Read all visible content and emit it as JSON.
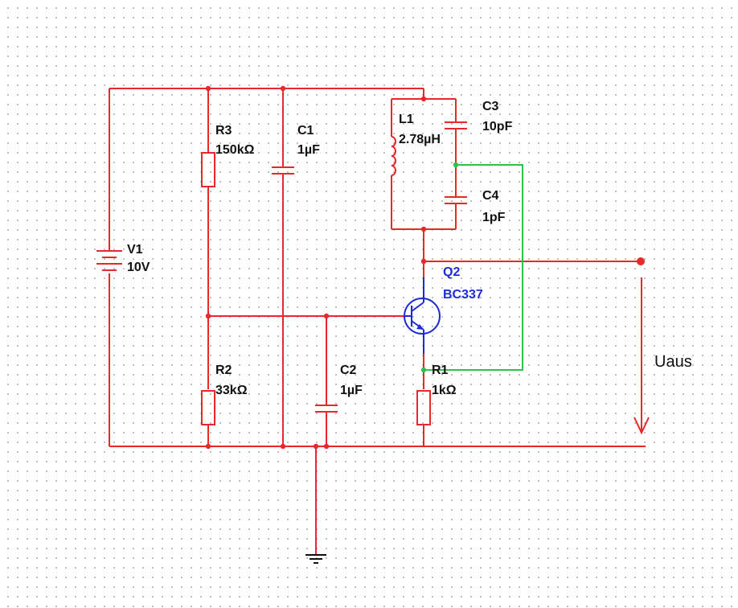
{
  "colors": {
    "wire": "#e8282b",
    "feedback_wire": "#2ec24a",
    "transistor": "#1d2bd6",
    "grid_dot": "#b4b4b4"
  },
  "components": {
    "v1": {
      "ref": "V1",
      "value": "10V"
    },
    "r3": {
      "ref": "R3",
      "value": "150kΩ"
    },
    "c1": {
      "ref": "C1",
      "value": "1µF"
    },
    "l1": {
      "ref": "L1",
      "value": "2.78µH"
    },
    "c3": {
      "ref": "C3",
      "value": "10pF"
    },
    "c4": {
      "ref": "C4",
      "value": "1pF"
    },
    "q2": {
      "ref": "Q2",
      "value": "BC337"
    },
    "r2": {
      "ref": "R2",
      "value": "33kΩ"
    },
    "c2": {
      "ref": "C2",
      "value": "1µF"
    },
    "r1": {
      "ref": "R1",
      "value": "1kΩ"
    }
  },
  "output": {
    "label": "Uaus"
  },
  "icons": [
    "battery-icon",
    "resistor-icon",
    "capacitor-icon",
    "inductor-icon",
    "npn-transistor-icon",
    "ground-icon",
    "arrow-down-icon"
  ]
}
